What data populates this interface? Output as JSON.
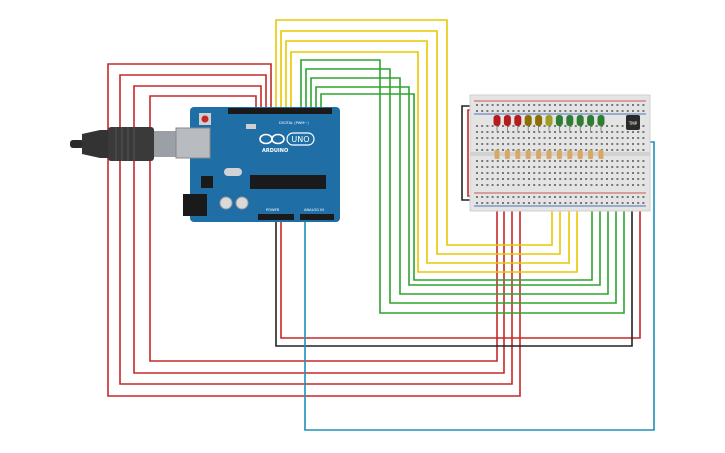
{
  "board": {
    "brand": "ARDUINO",
    "model": "UNO",
    "digital_label": "DIGITAL (PWM~)",
    "power_label": "POWER",
    "analog_label": "ANALOG IN"
  },
  "sensor": {
    "label": "TMP"
  },
  "leds": {
    "colors": [
      "#b71c1c",
      "#b71c1c",
      "#b71c1c",
      "#8d6e00",
      "#8d6e00",
      "#9e9d24",
      "#2e7d32",
      "#2e7d32",
      "#2e7d32",
      "#2e7d32",
      "#2e7d32"
    ]
  },
  "colors": {
    "red_wire": "#c62828",
    "yellow_wire": "#e8c800",
    "green_wire": "#2ea42e",
    "black_wire": "#222222",
    "blue_wire": "#1e90b8",
    "board_blue": "#1f6fa6"
  },
  "icons": {
    "usb_cable": "usb-cable-icon",
    "reset_button": "reset-button-icon",
    "arduino_logo": "arduino-infinity-logo"
  }
}
